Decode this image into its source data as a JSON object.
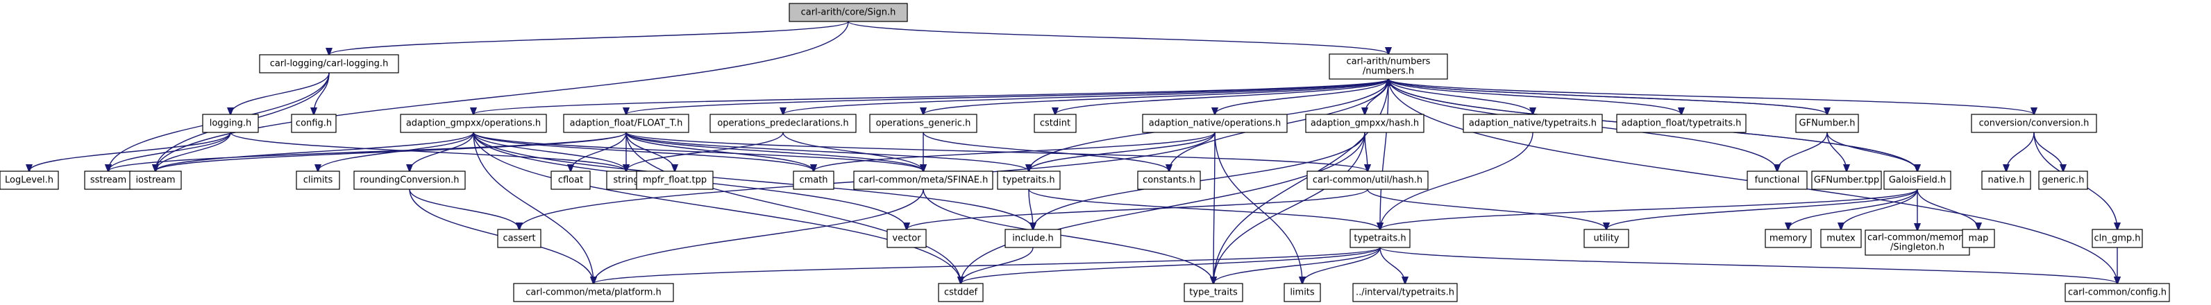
{
  "graph": {
    "nodes": [
      {
        "id": "sign",
        "lines": [
          "carl-arith/core/Sign.h"
        ],
        "style": "root"
      },
      {
        "id": "carllogging",
        "lines": [
          "carl-logging/carl-logging.h"
        ],
        "style": "normal"
      },
      {
        "id": "numbers",
        "lines": [
          "carl-arith/numbers",
          "/numbers.h"
        ],
        "style": "normal"
      },
      {
        "id": "logging",
        "lines": [
          "logging.h"
        ],
        "style": "normal"
      },
      {
        "id": "configh",
        "lines": [
          "config.h"
        ],
        "style": "normal"
      },
      {
        "id": "loglevel",
        "lines": [
          "LogLevel.h"
        ],
        "style": "red"
      },
      {
        "id": "sstream",
        "lines": [
          "sstream"
        ],
        "style": "gray"
      },
      {
        "id": "iostream",
        "lines": [
          "iostream"
        ],
        "style": "gray"
      },
      {
        "id": "gmpops",
        "lines": [
          "adaption_gmpxx/operations.h"
        ],
        "style": "normal"
      },
      {
        "id": "floatt",
        "lines": [
          "adaption_float/FLOAT_T.h"
        ],
        "style": "normal"
      },
      {
        "id": "opspre",
        "lines": [
          "operations_predeclarations.h"
        ],
        "style": "normal"
      },
      {
        "id": "opsgen",
        "lines": [
          "operations_generic.h"
        ],
        "style": "normal"
      },
      {
        "id": "cstdint",
        "lines": [
          "cstdint"
        ],
        "style": "gray"
      },
      {
        "id": "natops",
        "lines": [
          "adaption_native/operations.h"
        ],
        "style": "normal"
      },
      {
        "id": "gmphash",
        "lines": [
          "adaption_gmpxx/hash.h"
        ],
        "style": "normal"
      },
      {
        "id": "nattt",
        "lines": [
          "adaption_native/typetraits.h"
        ],
        "style": "normal"
      },
      {
        "id": "floattt",
        "lines": [
          "adaption_float/typetraits.h"
        ],
        "style": "normal"
      },
      {
        "id": "gfnumber",
        "lines": [
          "GFNumber.h"
        ],
        "style": "normal"
      },
      {
        "id": "conversion",
        "lines": [
          "conversion/conversion.h"
        ],
        "style": "normal"
      },
      {
        "id": "climits",
        "lines": [
          "climits"
        ],
        "style": "gray"
      },
      {
        "id": "rounding",
        "lines": [
          "roundingConversion.h"
        ],
        "style": "normal"
      },
      {
        "id": "cfloat",
        "lines": [
          "cfloat"
        ],
        "style": "gray"
      },
      {
        "id": "string",
        "lines": [
          "string"
        ],
        "style": "gray"
      },
      {
        "id": "mpfrfloat",
        "lines": [
          "mpfr_float.tpp"
        ],
        "style": "normal"
      },
      {
        "id": "cmath",
        "lines": [
          "cmath"
        ],
        "style": "gray"
      },
      {
        "id": "sfinae",
        "lines": [
          "carl-common/meta/SFINAE.h"
        ],
        "style": "normal"
      },
      {
        "id": "typetraitsH",
        "lines": [
          "typetraits.h"
        ],
        "style": "normal"
      },
      {
        "id": "constants",
        "lines": [
          "constants.h"
        ],
        "style": "normal"
      },
      {
        "id": "utilhash",
        "lines": [
          "carl-common/util/hash.h"
        ],
        "style": "red"
      },
      {
        "id": "functional",
        "lines": [
          "functional"
        ],
        "style": "gray"
      },
      {
        "id": "gfnumbertpp",
        "lines": [
          "GFNumber.tpp"
        ],
        "style": "normal"
      },
      {
        "id": "galois",
        "lines": [
          "GaloisField.h"
        ],
        "style": "normal"
      },
      {
        "id": "nativeh",
        "lines": [
          "native.h"
        ],
        "style": "normal"
      },
      {
        "id": "generich",
        "lines": [
          "generic.h"
        ],
        "style": "normal"
      },
      {
        "id": "cassert",
        "lines": [
          "cassert"
        ],
        "style": "gray"
      },
      {
        "id": "vector",
        "lines": [
          "vector"
        ],
        "style": "gray"
      },
      {
        "id": "include",
        "lines": [
          "include.h"
        ],
        "style": "red"
      },
      {
        "id": "utility",
        "lines": [
          "utility"
        ],
        "style": "gray"
      },
      {
        "id": "memory",
        "lines": [
          "memory"
        ],
        "style": "gray"
      },
      {
        "id": "mutex",
        "lines": [
          "mutex"
        ],
        "style": "gray"
      },
      {
        "id": "singleton",
        "lines": [
          "carl-common/memory",
          "/Singleton.h"
        ],
        "style": "normal"
      },
      {
        "id": "map",
        "lines": [
          "map"
        ],
        "style": "gray"
      },
      {
        "id": "clngmp",
        "lines": [
          "cln_gmp.h"
        ],
        "style": "normal"
      },
      {
        "id": "typetraits2",
        "lines": [
          "typetraits.h"
        ],
        "style": "normal"
      },
      {
        "id": "platform",
        "lines": [
          "carl-common/meta/platform.h"
        ],
        "style": "normal"
      },
      {
        "id": "cstddef",
        "lines": [
          "cstddef"
        ],
        "style": "gray"
      },
      {
        "id": "typetraitsstd",
        "lines": [
          "type_traits"
        ],
        "style": "gray"
      },
      {
        "id": "limits",
        "lines": [
          "limits"
        ],
        "style": "gray"
      },
      {
        "id": "intervaltt",
        "lines": [
          "../interval/typetraits.h"
        ],
        "style": "normal"
      },
      {
        "id": "carlconfig",
        "lines": [
          "carl-common/config.h"
        ],
        "style": "normal"
      }
    ],
    "edges": [
      [
        "sign",
        "carllogging"
      ],
      [
        "sign",
        "numbers"
      ],
      [
        "sign",
        "iostream"
      ],
      [
        "carllogging",
        "logging"
      ],
      [
        "carllogging",
        "configh"
      ],
      [
        "carllogging",
        "iostream"
      ],
      [
        "carllogging",
        "sstream"
      ],
      [
        "logging",
        "loglevel"
      ],
      [
        "logging",
        "sstream"
      ],
      [
        "logging",
        "iostream"
      ],
      [
        "logging",
        "string"
      ],
      [
        "numbers",
        "gmpops"
      ],
      [
        "numbers",
        "floatt"
      ],
      [
        "numbers",
        "opspre"
      ],
      [
        "numbers",
        "opsgen"
      ],
      [
        "numbers",
        "cstdint"
      ],
      [
        "numbers",
        "natops"
      ],
      [
        "numbers",
        "gmphash"
      ],
      [
        "numbers",
        "nattt"
      ],
      [
        "numbers",
        "floattt"
      ],
      [
        "numbers",
        "gfnumber"
      ],
      [
        "numbers",
        "conversion"
      ],
      [
        "numbers",
        "galois"
      ],
      [
        "numbers",
        "typetraitsH"
      ],
      [
        "numbers",
        "constants"
      ],
      [
        "numbers",
        "typetraitsstd"
      ],
      [
        "numbers",
        "functional"
      ],
      [
        "numbers",
        "carlconfig"
      ],
      [
        "numbers",
        "typetraits2"
      ],
      [
        "gmpops",
        "iostream"
      ],
      [
        "gmpops",
        "climits"
      ],
      [
        "gmpops",
        "rounding"
      ],
      [
        "gmpops",
        "cmath"
      ],
      [
        "gmpops",
        "sfinae"
      ],
      [
        "gmpops",
        "include"
      ],
      [
        "gmpops",
        "vector"
      ],
      [
        "gmpops",
        "platform"
      ],
      [
        "gmpops",
        "cstddef"
      ],
      [
        "gmpops",
        "string"
      ],
      [
        "floatt",
        "iostream"
      ],
      [
        "floatt",
        "cfloat"
      ],
      [
        "floatt",
        "string"
      ],
      [
        "floatt",
        "mpfrfloat"
      ],
      [
        "floatt",
        "cmath"
      ],
      [
        "floatt",
        "sfinae"
      ],
      [
        "floatt",
        "typetraitsH"
      ],
      [
        "floatt",
        "utilhash"
      ],
      [
        "floatt",
        "cstddef"
      ],
      [
        "floatt",
        "sstream"
      ],
      [
        "opspre",
        "string"
      ],
      [
        "opspre",
        "sfinae"
      ],
      [
        "opsgen",
        "sfinae"
      ],
      [
        "opsgen",
        "constants"
      ],
      [
        "natops",
        "cmath"
      ],
      [
        "natops",
        "typetraitsH"
      ],
      [
        "natops",
        "cassert"
      ],
      [
        "natops",
        "limits"
      ],
      [
        "natops",
        "typetraitsstd"
      ],
      [
        "gmphash",
        "utilhash"
      ],
      [
        "gmphash",
        "include"
      ],
      [
        "gmphash",
        "cstddef"
      ],
      [
        "gmphash",
        "typetraitsstd"
      ],
      [
        "nattt",
        "typetraits2"
      ],
      [
        "gfnumber",
        "gfnumbertpp"
      ],
      [
        "gfnumber",
        "galois"
      ],
      [
        "gfnumber",
        "functional"
      ],
      [
        "gfnumber",
        "numbers"
      ],
      [
        "galois",
        "numbers"
      ],
      [
        "galois",
        "memory"
      ],
      [
        "galois",
        "mutex"
      ],
      [
        "galois",
        "singleton"
      ],
      [
        "galois",
        "map"
      ],
      [
        "galois",
        "utility"
      ],
      [
        "galois",
        "typetraits2"
      ],
      [
        "conversion",
        "nativeh"
      ],
      [
        "conversion",
        "generich"
      ],
      [
        "conversion",
        "clngmp"
      ],
      [
        "clngmp",
        "carlconfig"
      ],
      [
        "rounding",
        "cassert"
      ],
      [
        "rounding",
        "platform"
      ],
      [
        "sfinae",
        "platform"
      ],
      [
        "sfinae",
        "typetraitsstd"
      ],
      [
        "typetraitsH",
        "include"
      ],
      [
        "typetraitsH",
        "typetraits2"
      ],
      [
        "utilhash",
        "utility"
      ],
      [
        "utilhash",
        "vector"
      ],
      [
        "include",
        "cstddef"
      ],
      [
        "typetraits2",
        "platform"
      ],
      [
        "typetraits2",
        "typetraitsstd"
      ],
      [
        "typetraits2",
        "limits"
      ],
      [
        "typetraits2",
        "intervaltt"
      ],
      [
        "typetraits2",
        "carlconfig"
      ],
      [
        "typetraits2",
        "cstddef"
      ]
    ]
  },
  "colors": {
    "edge": "#191970",
    "root_fill": "#bfbfbf",
    "normal_fill": "#ffffff",
    "normal_border": "#000000",
    "gray_border": "#bfbfbf",
    "red_border": "#ff0000"
  }
}
